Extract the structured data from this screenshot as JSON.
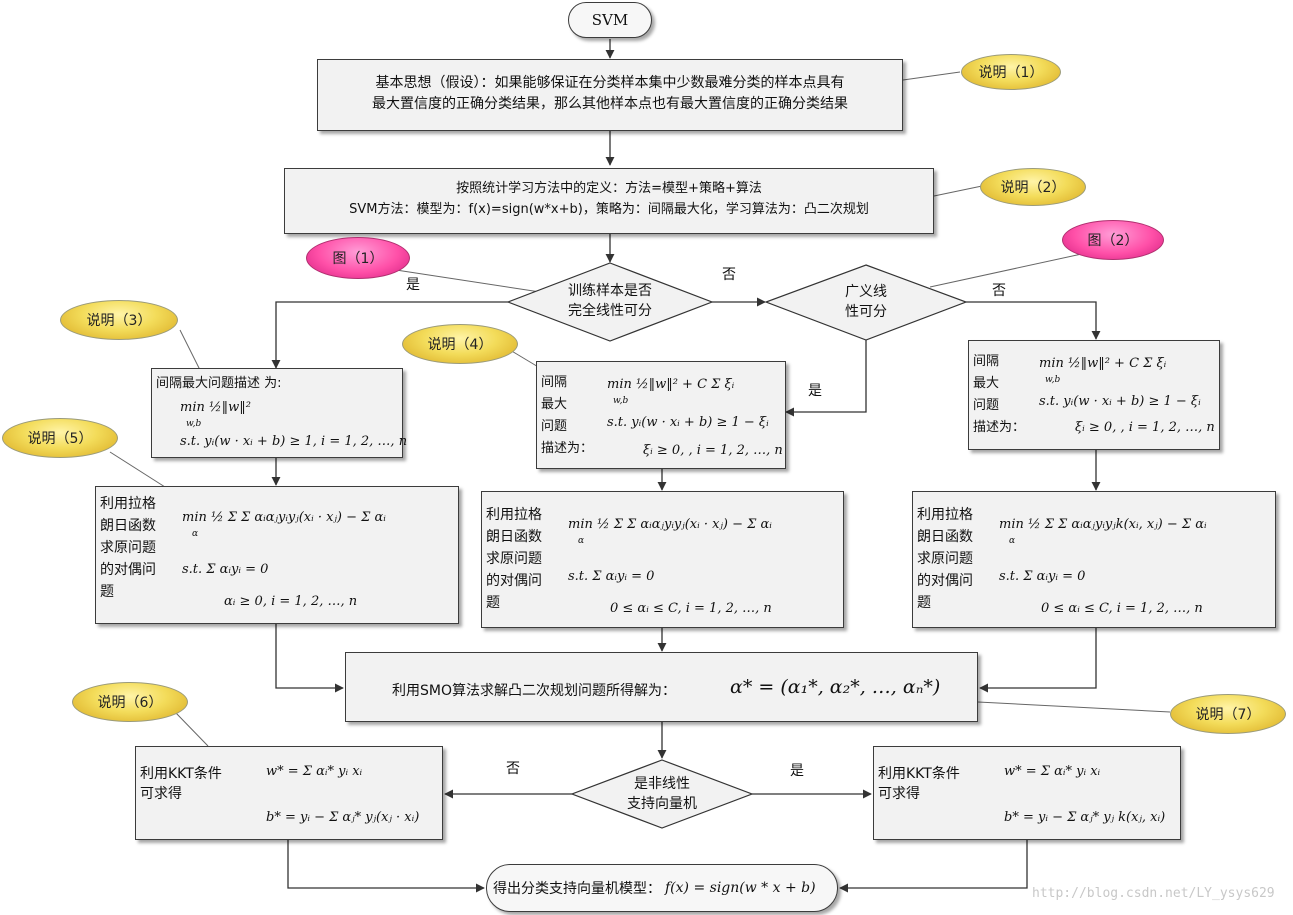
{
  "svm_label": "SVM",
  "basic_idea": {
    "line1": "基本思想（假设）：如果能够保证在分类样本集中少数最难分类的样本点具有",
    "line2": "最大置信度的正确分类结果，那么其他样本点也有最大置信度的正确分类结果"
  },
  "definition": {
    "line1": "按照统计学习方法中的定义：方法=模型+策略+算法",
    "line2": "SVM方法：模型为：f(x)=sign(w*x+b)，策略为：间隔最大化，学习算法为：凸二次规划"
  },
  "notes": {
    "n1": "说明（1）",
    "n2": "说明（2）",
    "n3": "说明（3）",
    "n4": "说明（4）",
    "n5": "说明（5）",
    "n6": "说明（6）",
    "n7": "说明（7）"
  },
  "figures": {
    "f1": "图（1）",
    "f2": "图（2）"
  },
  "decision1": {
    "line1": "训练样本是否",
    "line2": "完全线性可分"
  },
  "decision2": {
    "line1": "广义线",
    "line2": "性可分"
  },
  "decision3": {
    "line1": "是非线性",
    "line2": "支持向量机"
  },
  "branch_labels": {
    "yes1": "是",
    "no1": "否",
    "no2": "否",
    "yes2": "是",
    "no3": "否",
    "yes3": "是"
  },
  "hard_margin": {
    "title": "间隔最大问题描述 为:",
    "obj": "min  ½‖w‖²",
    "obj_sub": "w,b",
    "st": "s.t.   yᵢ(w · xᵢ + b) ≥ 1, i = 1, 2, …, n"
  },
  "soft_margin": {
    "label": [
      "间隔",
      "最大",
      "问题",
      "描述为："
    ],
    "obj": "min  ½‖w‖² + C Σ ξᵢ",
    "obj_sub": "w,b",
    "st": "s.t.   yᵢ(w · xᵢ + b) ≥ 1 − ξᵢ",
    "cons": "ξᵢ ≥ 0, , i = 1, 2, …, n"
  },
  "kernel_margin": {
    "label": [
      "间隔",
      "最大",
      "问题",
      "描述为："
    ],
    "obj": "min  ½‖w‖² + C Σ ξᵢ",
    "obj_sub": "w,b",
    "st": "s.t.   yᵢ(w · xᵢ + b) ≥ 1 − ξᵢ",
    "cons": "ξᵢ ≥ 0, , i = 1, 2, …, n"
  },
  "dual_left": {
    "label": [
      "利用拉格",
      "朗日函数",
      "求原问题",
      "的对偶问",
      "题"
    ],
    "obj": "min  ½ Σ Σ αᵢαⱼyᵢyⱼ(xᵢ · xⱼ) − Σ αᵢ",
    "obj_sub": "α",
    "st": "s.t.   Σ αᵢyᵢ = 0",
    "cons": "αᵢ ≥ 0, i = 1, 2, …, n"
  },
  "dual_mid": {
    "label": [
      "利用拉格",
      "朗日函数",
      "求原问题",
      "的对偶问",
      "题"
    ],
    "obj": "min  ½ Σ Σ αᵢαⱼyᵢyⱼ(xᵢ · xⱼ) − Σ αᵢ",
    "obj_sub": "α",
    "st": "s.t.   Σ αᵢyᵢ = 0",
    "cons": "0 ≤ αᵢ ≤ C, i = 1, 2, …, n"
  },
  "dual_right": {
    "label": [
      "利用拉格",
      "朗日函数",
      "求原问题",
      "的对偶问",
      "题"
    ],
    "obj": "min  ½ Σ Σ αᵢαⱼyᵢyⱼk(xᵢ, xⱼ) − Σ αᵢ",
    "obj_sub": "α",
    "st": "s.t.   Σ αᵢyᵢ = 0",
    "cons": "0 ≤ αᵢ ≤ C, i = 1, 2, …, n"
  },
  "smo": {
    "text": "利用SMO算法求解凸二次规划问题所得解为：",
    "formula": "α* = (α₁*, α₂*, …, αₙ*)"
  },
  "kkt_left": {
    "label": [
      "利用KKT条件",
      "可求得"
    ],
    "w": "w* = Σ αᵢ* yᵢ xᵢ",
    "b": "b* = yᵢ − Σ αⱼ* yⱼ(xⱼ · xᵢ)"
  },
  "kkt_right": {
    "label": [
      "利用KKT条件",
      "可求得"
    ],
    "w": "w* = Σ αᵢ* yᵢ xᵢ",
    "b": "b* = yᵢ − Σ αⱼ* yⱼ k(xⱼ, xᵢ)"
  },
  "final": {
    "text": "得出分类支持向量机模型：",
    "formula": "f(x) = sign(w * x + b)"
  },
  "watermark": "http://blog.csdn.net/LY_ysys629"
}
